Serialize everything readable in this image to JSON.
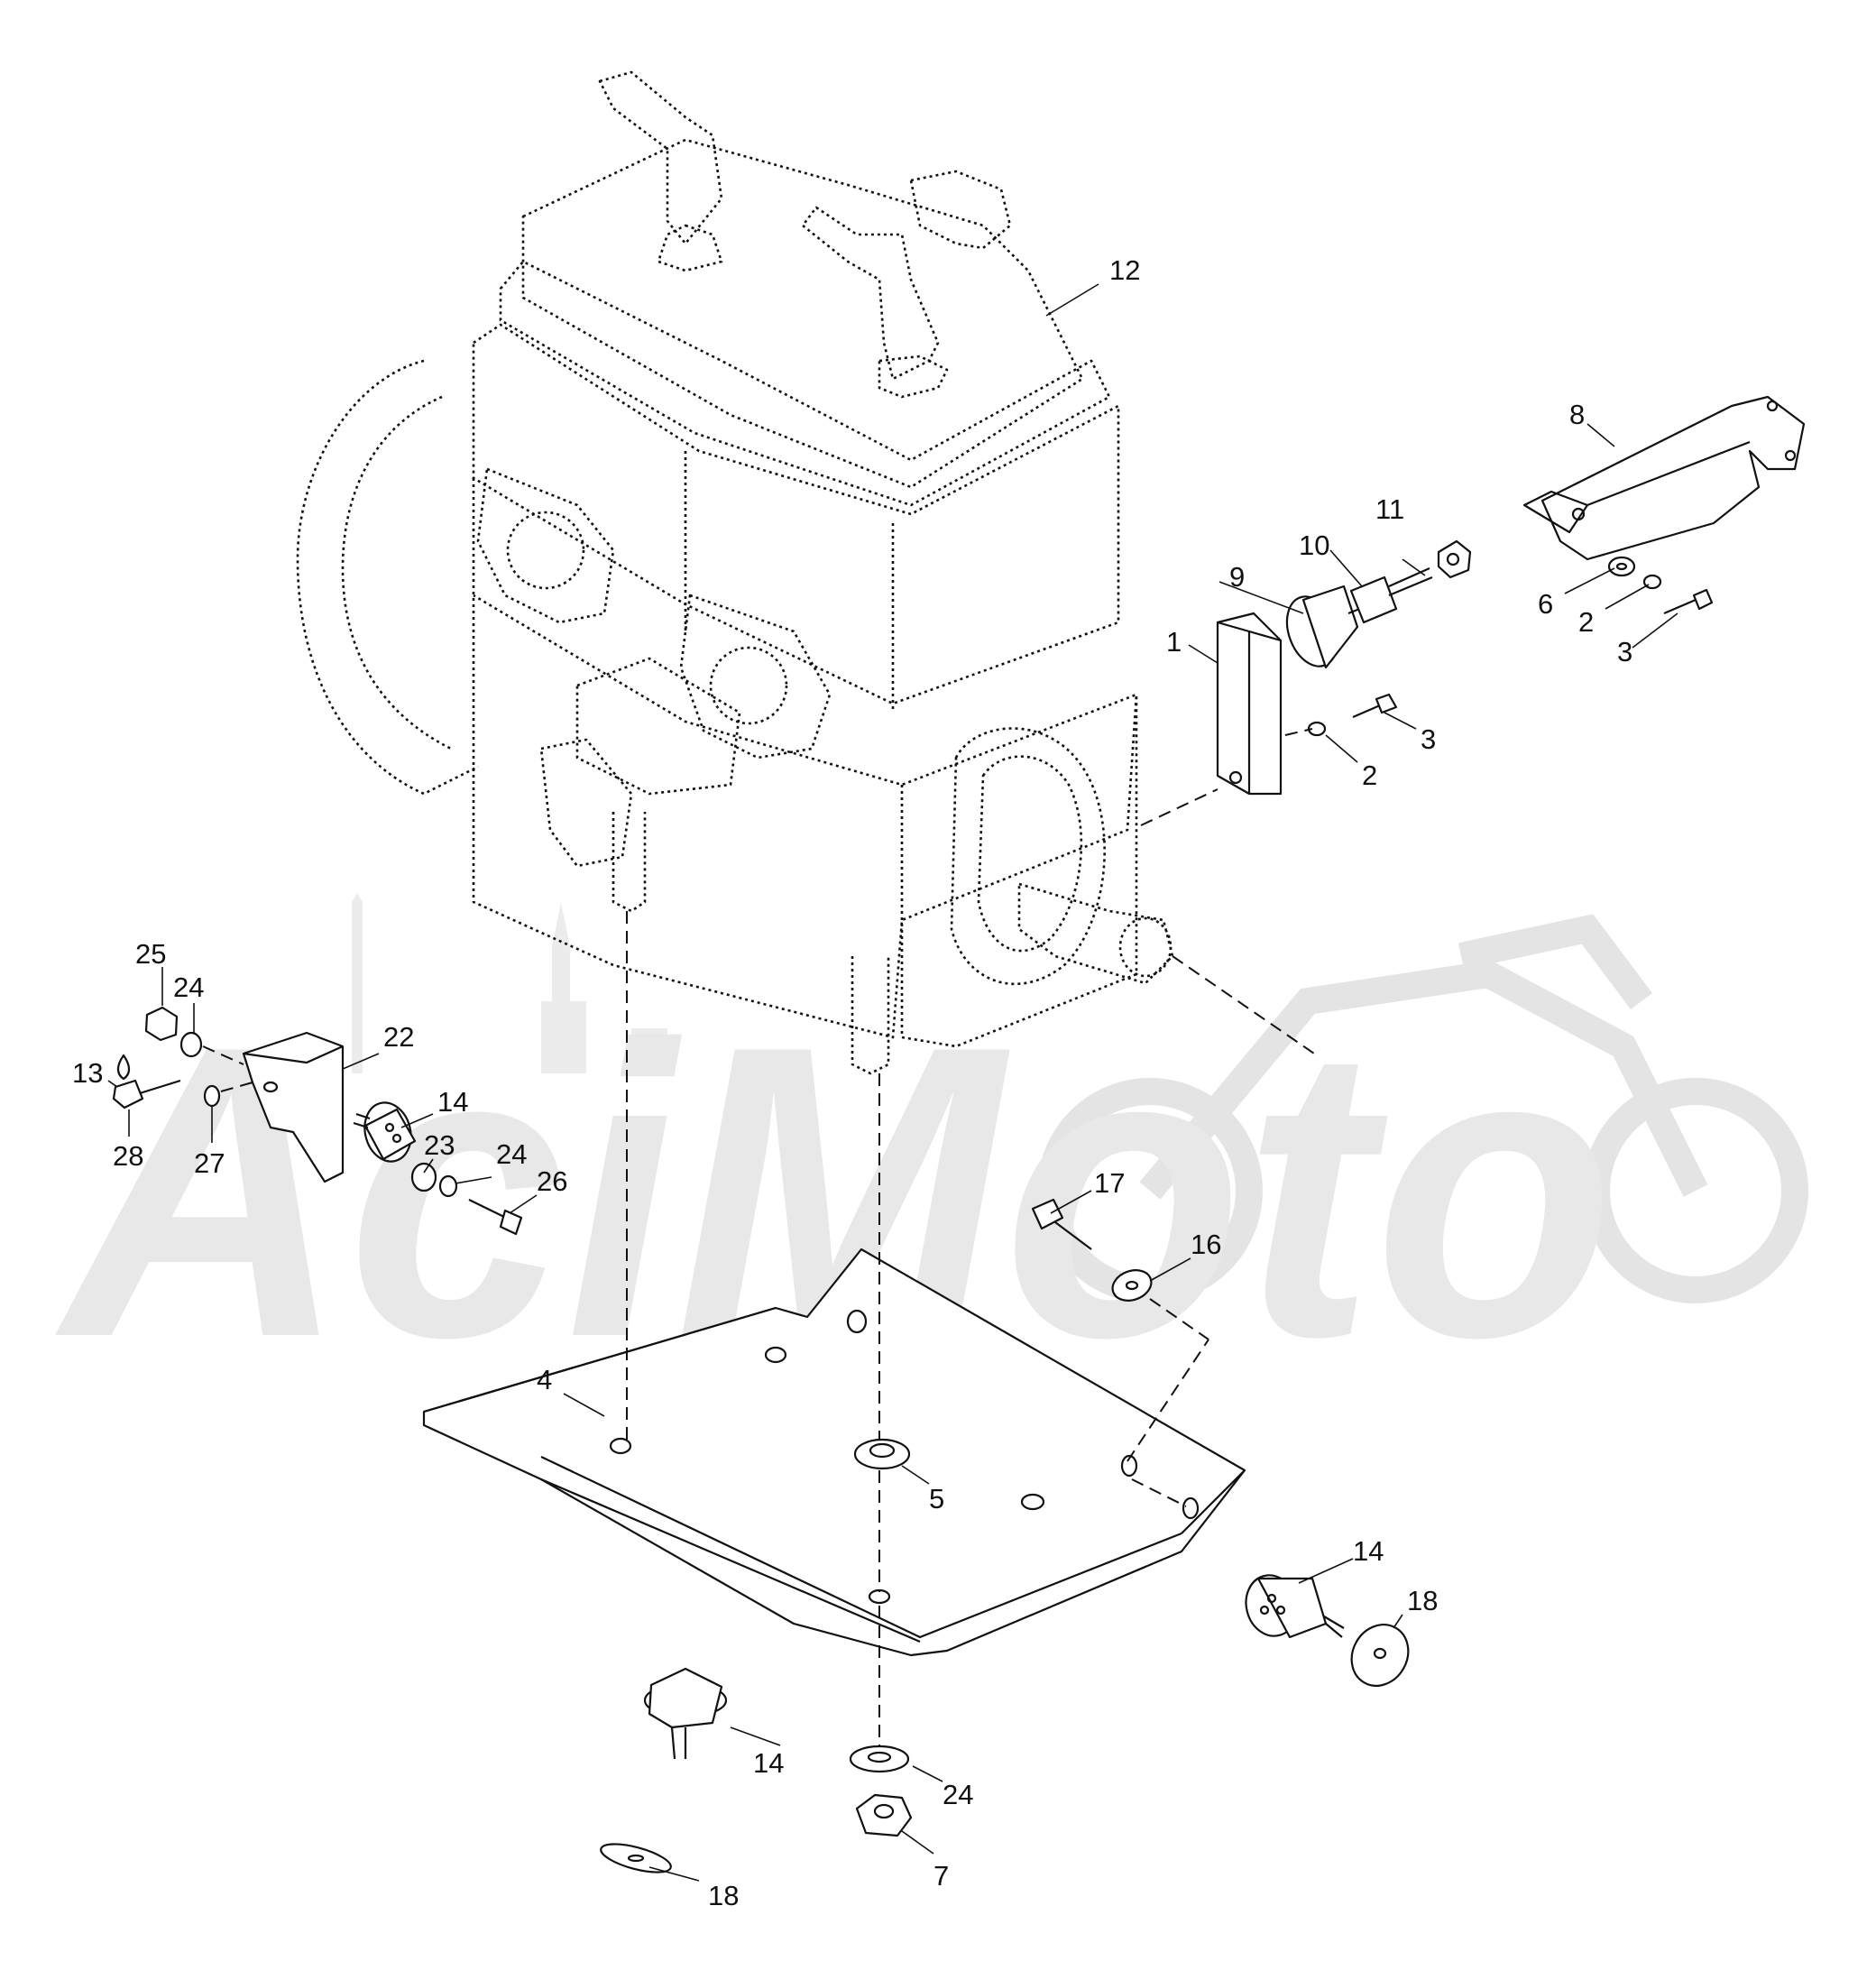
{
  "watermark": {
    "text": "AciMoto",
    "color": "#e6e6e6"
  },
  "callouts": {
    "c1": "1",
    "c2a": "2",
    "c2b": "2",
    "c3a": "3",
    "c3b": "3",
    "c4": "4",
    "c5": "5",
    "c6": "6",
    "c7": "7",
    "c8": "8",
    "c9": "9",
    "c10": "10",
    "c11": "11",
    "c12": "12",
    "c13": "13",
    "c14a": "14",
    "c14b": "14",
    "c14c": "14",
    "c16": "16",
    "c17": "17",
    "c18a": "18",
    "c18b": "18",
    "c22": "22",
    "c23": "23",
    "c24a": "24",
    "c24b": "24",
    "c24c": "24",
    "c25": "25",
    "c26": "26",
    "c27": "27",
    "c28": "28"
  },
  "icons": {
    "c13_mark": "drop-icon"
  }
}
